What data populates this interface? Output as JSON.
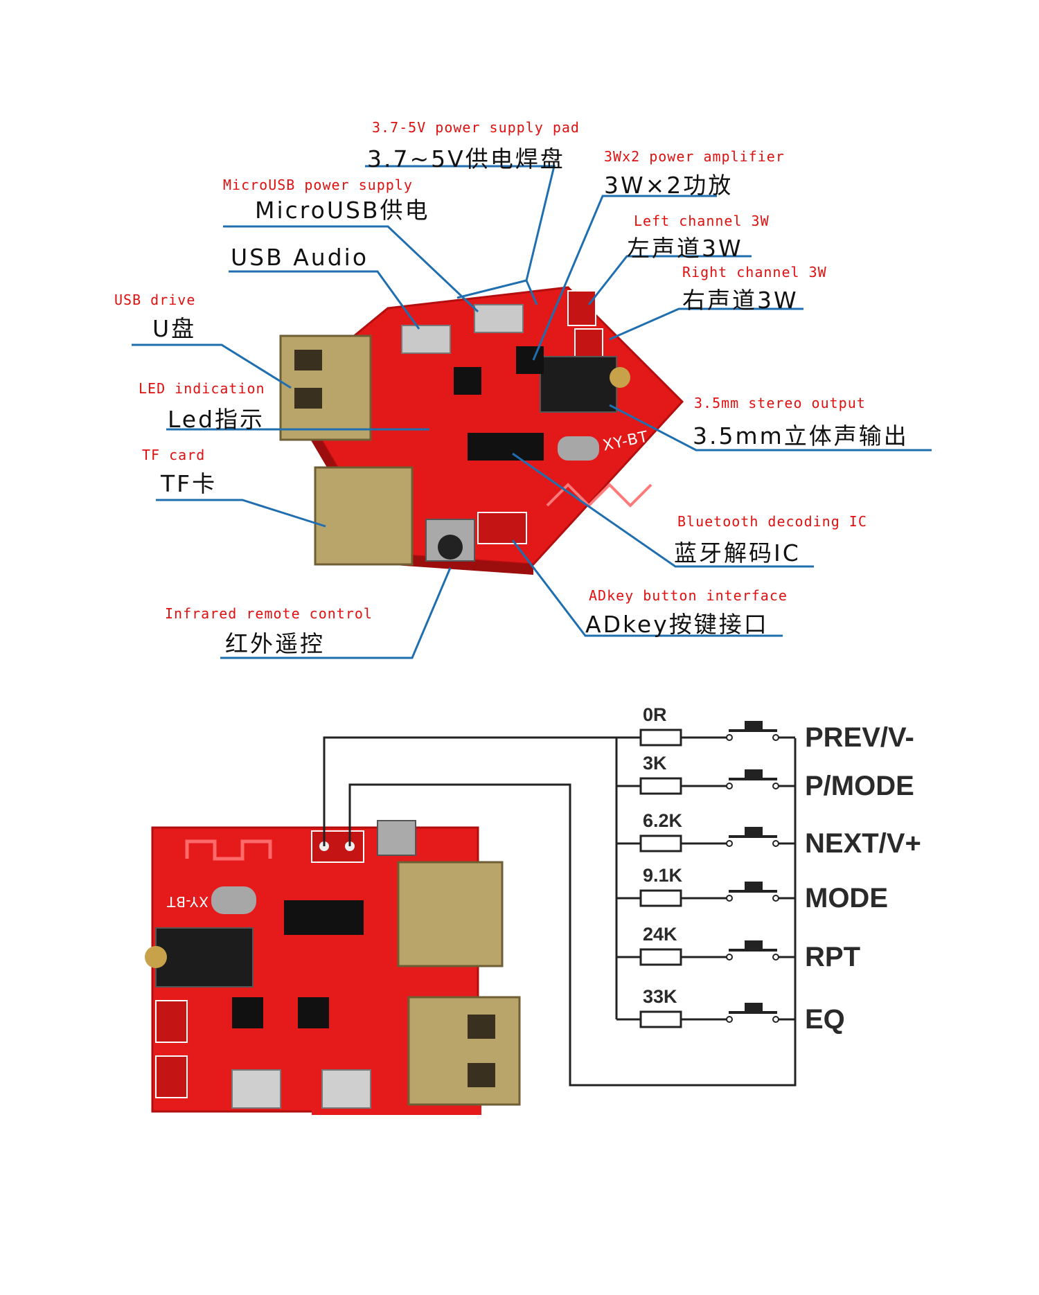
{
  "top_labels": [
    {
      "id": "power-pad",
      "en": "3.7-5V power supply pad",
      "cn": "3.7~5V供电焊盘"
    },
    {
      "id": "amp",
      "en": "3Wx2 power amplifier",
      "cn": "3W×2功放"
    },
    {
      "id": "microusb",
      "en": "MicroUSB power supply",
      "cn": "MicroUSB供电"
    },
    {
      "id": "left",
      "en": "Left channel 3W",
      "cn": "左声道3W"
    },
    {
      "id": "usb-audio",
      "en": "",
      "cn": "USB Audio"
    },
    {
      "id": "right",
      "en": "Right channel 3W",
      "cn": "右声道3W"
    },
    {
      "id": "udrive",
      "en": "USB drive",
      "cn": "U盘"
    },
    {
      "id": "led",
      "en": "LED indication",
      "cn": "Led指示"
    },
    {
      "id": "stereo",
      "en": "3.5mm stereo output",
      "cn": "3.5mm立体声输出"
    },
    {
      "id": "tf",
      "en": "TF card",
      "cn": "TF卡"
    },
    {
      "id": "bt-ic",
      "en": "Bluetooth decoding IC",
      "cn": "蓝牙解码IC"
    },
    {
      "id": "adkey",
      "en": "ADkey button interface",
      "cn": "ADkey按键接口"
    },
    {
      "id": "ir",
      "en": "Infrared remote control",
      "cn": "红外遥控"
    }
  ],
  "board_silk": {
    "top": "XY-BT",
    "bottom": "XY-BT"
  },
  "buttons": [
    {
      "resistor": "0R",
      "label": "PREV/V-"
    },
    {
      "resistor": "3K",
      "label": "P/MODE"
    },
    {
      "resistor": "6.2K",
      "label": "NEXT/V+"
    },
    {
      "resistor": "9.1K",
      "label": "MODE"
    },
    {
      "resistor": "24K",
      "label": "RPT"
    },
    {
      "resistor": "33K",
      "label": "EQ"
    }
  ],
  "colors": {
    "accent_red": "#e01010",
    "pcb_red": "#e51b1b",
    "line_blue": "#1f6fb0"
  }
}
